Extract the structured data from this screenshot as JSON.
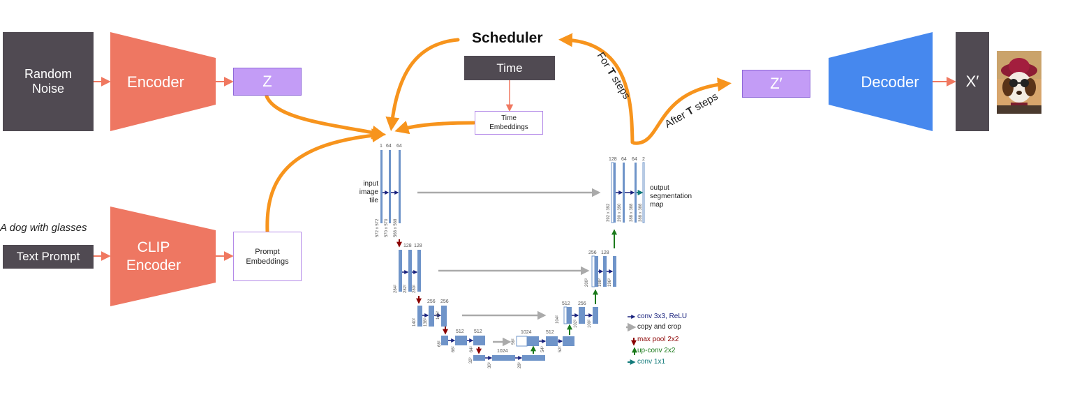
{
  "left": {
    "random_noise": "Random\nNoise",
    "encoder": "Encoder",
    "z": "Z",
    "prompt_text": "A dog with glasses",
    "text_prompt": "Text Prompt",
    "clip_encoder": "CLIP\nEncoder",
    "prompt_embeddings": "Prompt\nEmbeddings"
  },
  "top": {
    "scheduler": "Scheduler",
    "time": "Time",
    "time_embeddings": "Time\nEmbeddings",
    "for_t_steps": {
      "pre": "For ",
      "bold": "T",
      "post": " steps"
    },
    "after_t_steps": {
      "pre": "After ",
      "bold": "T",
      "post": " steps"
    }
  },
  "right": {
    "z_prime": "Z′",
    "decoder": "Decoder",
    "x_prime": "X′"
  },
  "unet": {
    "input_label": "input\nimage\ntile",
    "output_label": "output\nsegmentation\nmap",
    "channels": {
      "l1": [
        "1",
        "64",
        "64"
      ],
      "l2": [
        "128",
        "128"
      ],
      "l3": [
        "256",
        "256"
      ],
      "l4": [
        "512",
        "512"
      ],
      "l5": [
        "1024"
      ],
      "l5b": [
        "1024"
      ],
      "r4": [
        "512"
      ],
      "r3": [
        "512",
        "256"
      ],
      "r2": [
        "256",
        "128"
      ],
      "r1": [
        "128",
        "64",
        "64",
        "2"
      ]
    },
    "sizes": {
      "l1": [
        "572 x 572",
        "570 x 570",
        "568 x 568"
      ],
      "l2": [
        "284²",
        "282²",
        "280²"
      ],
      "l3": [
        "140²",
        "138²",
        "136²"
      ],
      "l4": [
        "68²",
        "66²",
        "64²"
      ],
      "l5": [
        "32²",
        "30²",
        "28²"
      ],
      "r4": [
        "56²",
        "54²",
        "52²"
      ],
      "r3": [
        "104²",
        "102²",
        "100²"
      ],
      "r2": [
        "200²",
        "198²",
        "196²"
      ],
      "r1": [
        "392 x 392",
        "390 x 390",
        "388 x 388",
        "388 x 388"
      ]
    },
    "legend": [
      {
        "label": "conv 3x3, ReLU",
        "color": "#1a237e"
      },
      {
        "label": "copy and crop",
        "color": "#888888"
      },
      {
        "label": "max pool 2x2",
        "color": "#8b0000"
      },
      {
        "label": "up-conv 2x2",
        "color": "#1b7a1b"
      },
      {
        "label": "conv 1x1",
        "color": "#117a7a"
      }
    ]
  },
  "colors": {
    "flow_arrow": "#f7941d",
    "small_arrow": "#f07860",
    "encoder": "#ee7762",
    "decoder": "#4688ee",
    "dark_box": "#504a52",
    "latent": "#c39cf6",
    "layer": "#6f94c9"
  },
  "icons": [
    "dog-photo-image"
  ]
}
